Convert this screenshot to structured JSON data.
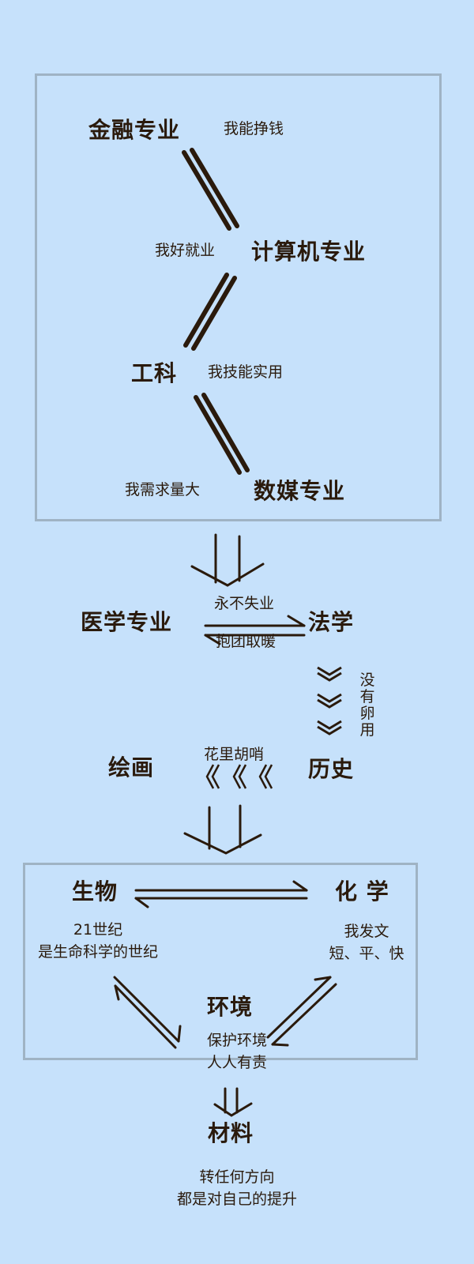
{
  "colors": {
    "background": "#c6e1fb",
    "box_border": "#9fb3c4",
    "ink": "#2a1a0c"
  },
  "section1": {
    "nodes": [
      {
        "label": "金融专业",
        "note": "我能挣钱"
      },
      {
        "label": "计算机专业",
        "note": "我好就业"
      },
      {
        "label": "工科",
        "note": "我技能实用"
      },
      {
        "label": "数媒专业",
        "note": "我需求量大"
      }
    ]
  },
  "section2": {
    "left": "医学专业",
    "right": "法学",
    "arrow_top_note": "永不失业",
    "arrow_bottom_note": "抱团取暖"
  },
  "section3": {
    "vertical_note": [
      "没",
      "有",
      "卵",
      "用"
    ],
    "left": "绘画",
    "right": "历史",
    "arrow_note": "花里胡哨",
    "chevrons_left": "《《《",
    "chevrons_down_glyph": "︾"
  },
  "section4": {
    "biology": {
      "label": "生物",
      "note_line1": "21世纪",
      "note_line2": "是生命科学的世纪"
    },
    "chemistry": {
      "label": "化 学",
      "note_line1": "我发文",
      "note_line2": "短、平、快"
    },
    "environment": {
      "label": "环境",
      "note_line1": "保护环境",
      "note_line2": "人人有责"
    }
  },
  "section5": {
    "label": "材料",
    "note_line1": "转任何方向",
    "note_line2": "都是对自己的提升"
  }
}
